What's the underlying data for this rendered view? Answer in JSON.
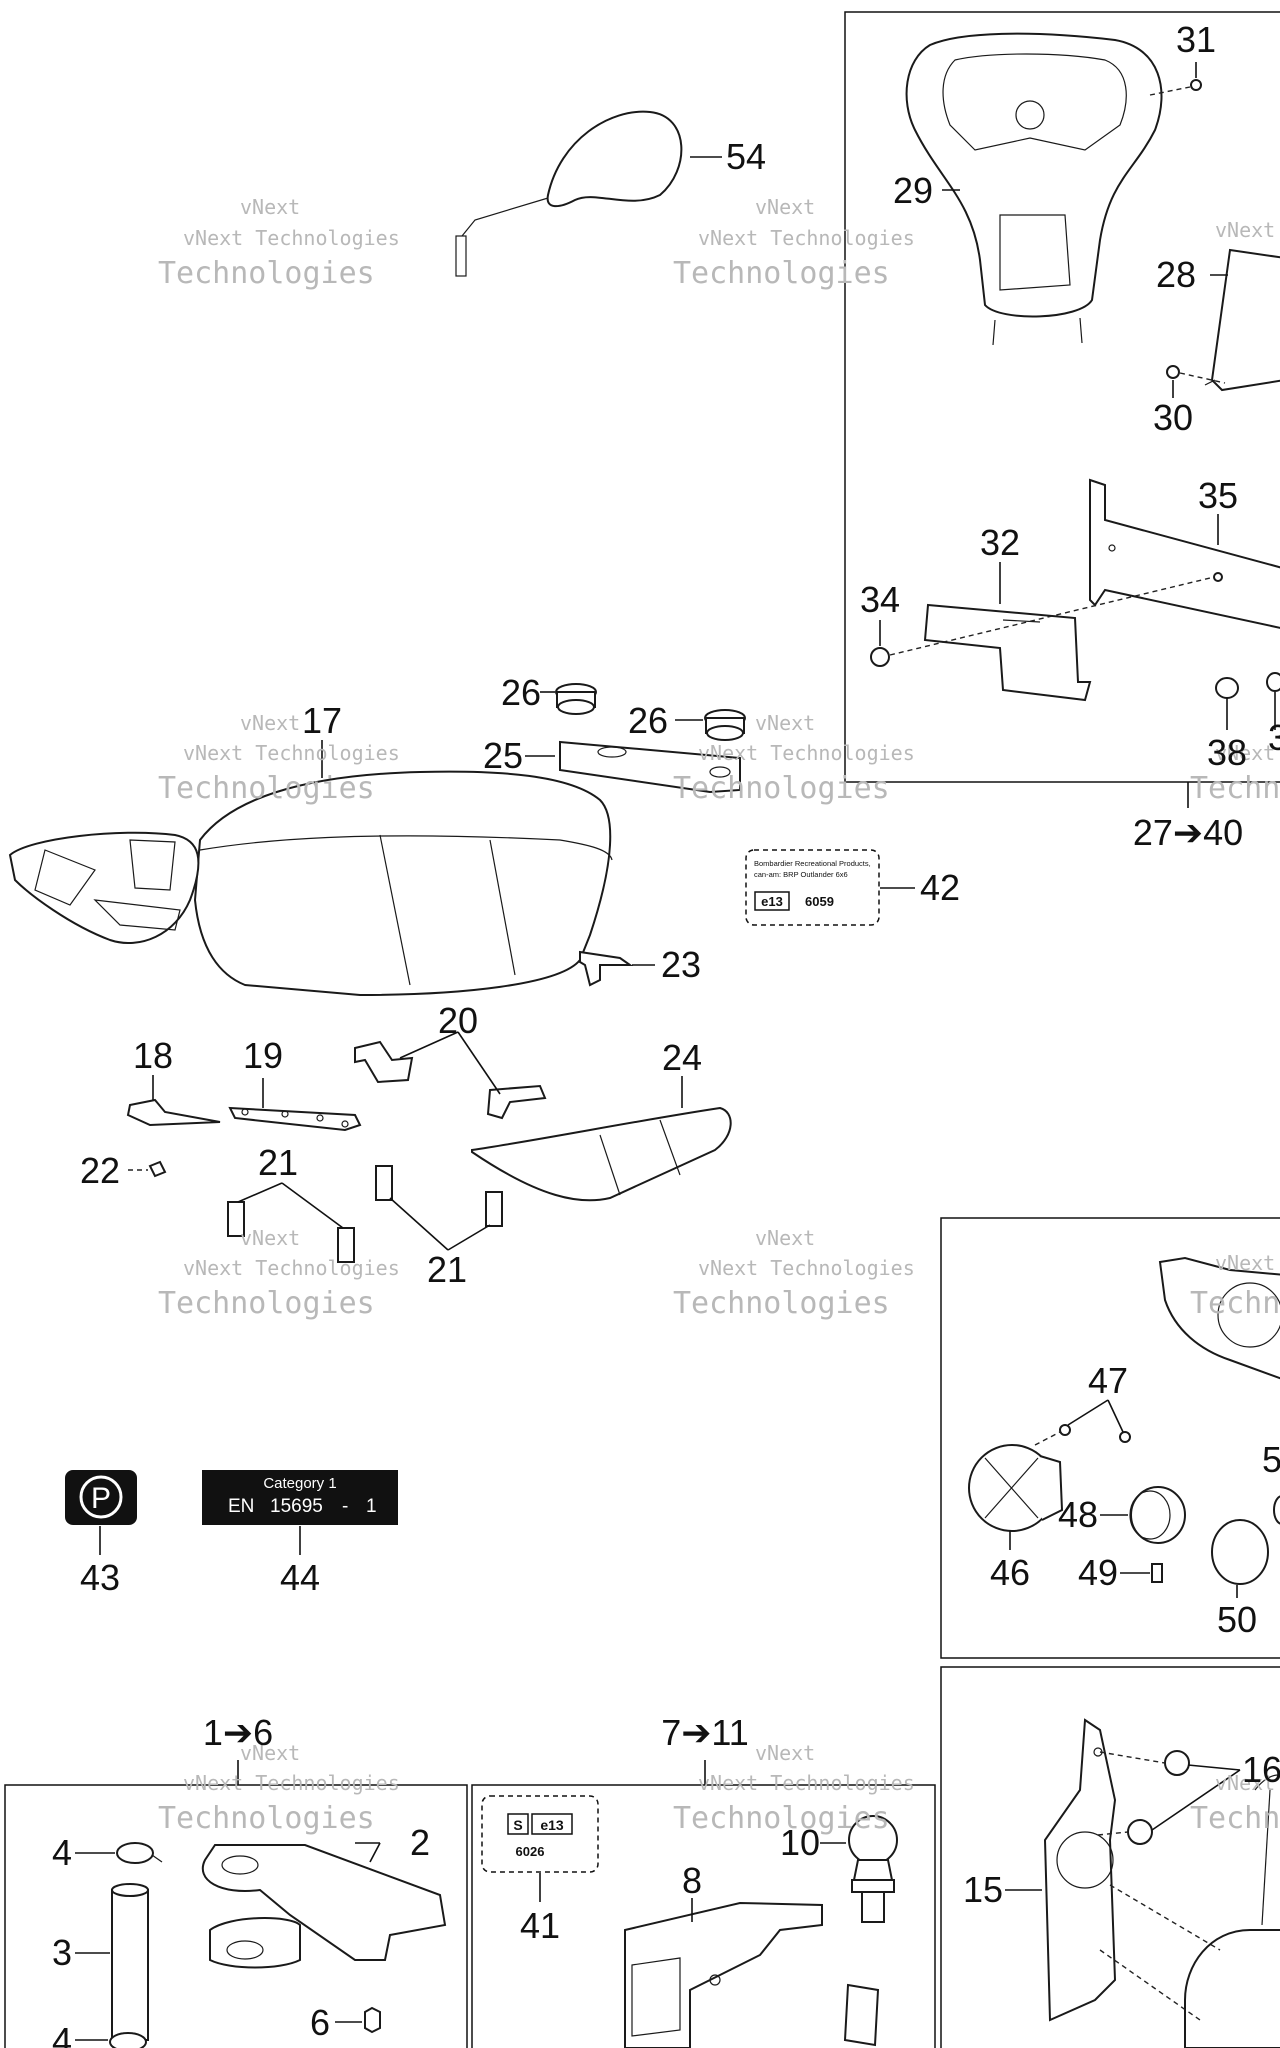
{
  "watermark": {
    "line1": "vNext",
    "line2": "vNext Technologies",
    "line3": "Technologies"
  },
  "callouts": {
    "c1_6": "1➔6",
    "c7_11": "7➔11",
    "c27_40": "27➔40",
    "n2": "2",
    "n3": "3",
    "n4a": "4",
    "n4b": "4",
    "n6": "6",
    "n8": "8",
    "n10": "10",
    "n15": "15",
    "n16": "16",
    "n17": "17",
    "n18": "18",
    "n19": "19",
    "n20": "20",
    "n21a": "21",
    "n21b": "21",
    "n22": "22",
    "n23": "23",
    "n24": "24",
    "n25": "25",
    "n26a": "26",
    "n26b": "26",
    "n28": "28",
    "n29": "29",
    "n30": "30",
    "n31": "31",
    "n32": "32",
    "n34": "34",
    "n35": "35",
    "n38": "38",
    "n38b": "3",
    "n41": "41",
    "n42": "42",
    "n43": "43",
    "n44": "44",
    "n46": "46",
    "n47": "47",
    "n48": "48",
    "n49": "49",
    "n50": "50",
    "n5x": "5",
    "n54": "54"
  },
  "decal42": {
    "line1": "Bombardier Recreational Products,",
    "line2": "can-am: BRP Outlander 6x6",
    "mark": "e13",
    "number": "6059"
  },
  "decal41": {
    "mark_s": "S",
    "mark": "e13",
    "number": "6026"
  },
  "decal43": {
    "symbol": "P"
  },
  "decal44": {
    "line1": "Category 1",
    "en": "EN",
    "num": "15695",
    "dash": "-",
    "cls": "1"
  }
}
